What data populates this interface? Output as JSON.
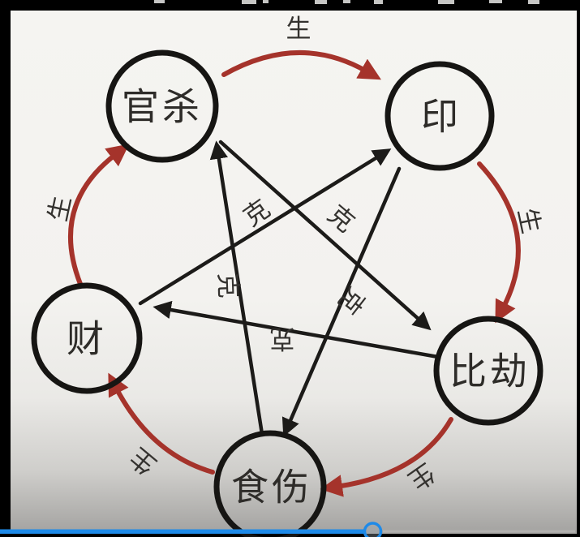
{
  "video_frame": {
    "letterbox_color": "#000000"
  },
  "diagram": {
    "generate_label": "生",
    "overcome_label": "克",
    "nodes": [
      {
        "id": "guan-sha",
        "label": "官杀"
      },
      {
        "id": "yin",
        "label": "印"
      },
      {
        "id": "bi-jie",
        "label": "比劫"
      },
      {
        "id": "shi-shang",
        "label": "食伤"
      },
      {
        "id": "cai",
        "label": "财"
      }
    ],
    "generate_cycle": [
      "官杀→印",
      "印→比劫",
      "比劫→食伤",
      "食伤→财",
      "财→官杀"
    ],
    "overcome_cycle": [
      "官杀→比劫",
      "比劫→财",
      "财→印",
      "印→食伤",
      "食伤→官杀"
    ],
    "colors": {
      "generate_arrow": "#a5332b",
      "overcome_arrow": "#1c1b19",
      "node_stroke": "#161513",
      "label_text": "#2e2c29",
      "background_top": "#f5f4f1",
      "background_bottom": "#a3a2a0"
    }
  },
  "player": {
    "progress_color": "#1e8ae8",
    "progress_fraction": 0.64
  }
}
